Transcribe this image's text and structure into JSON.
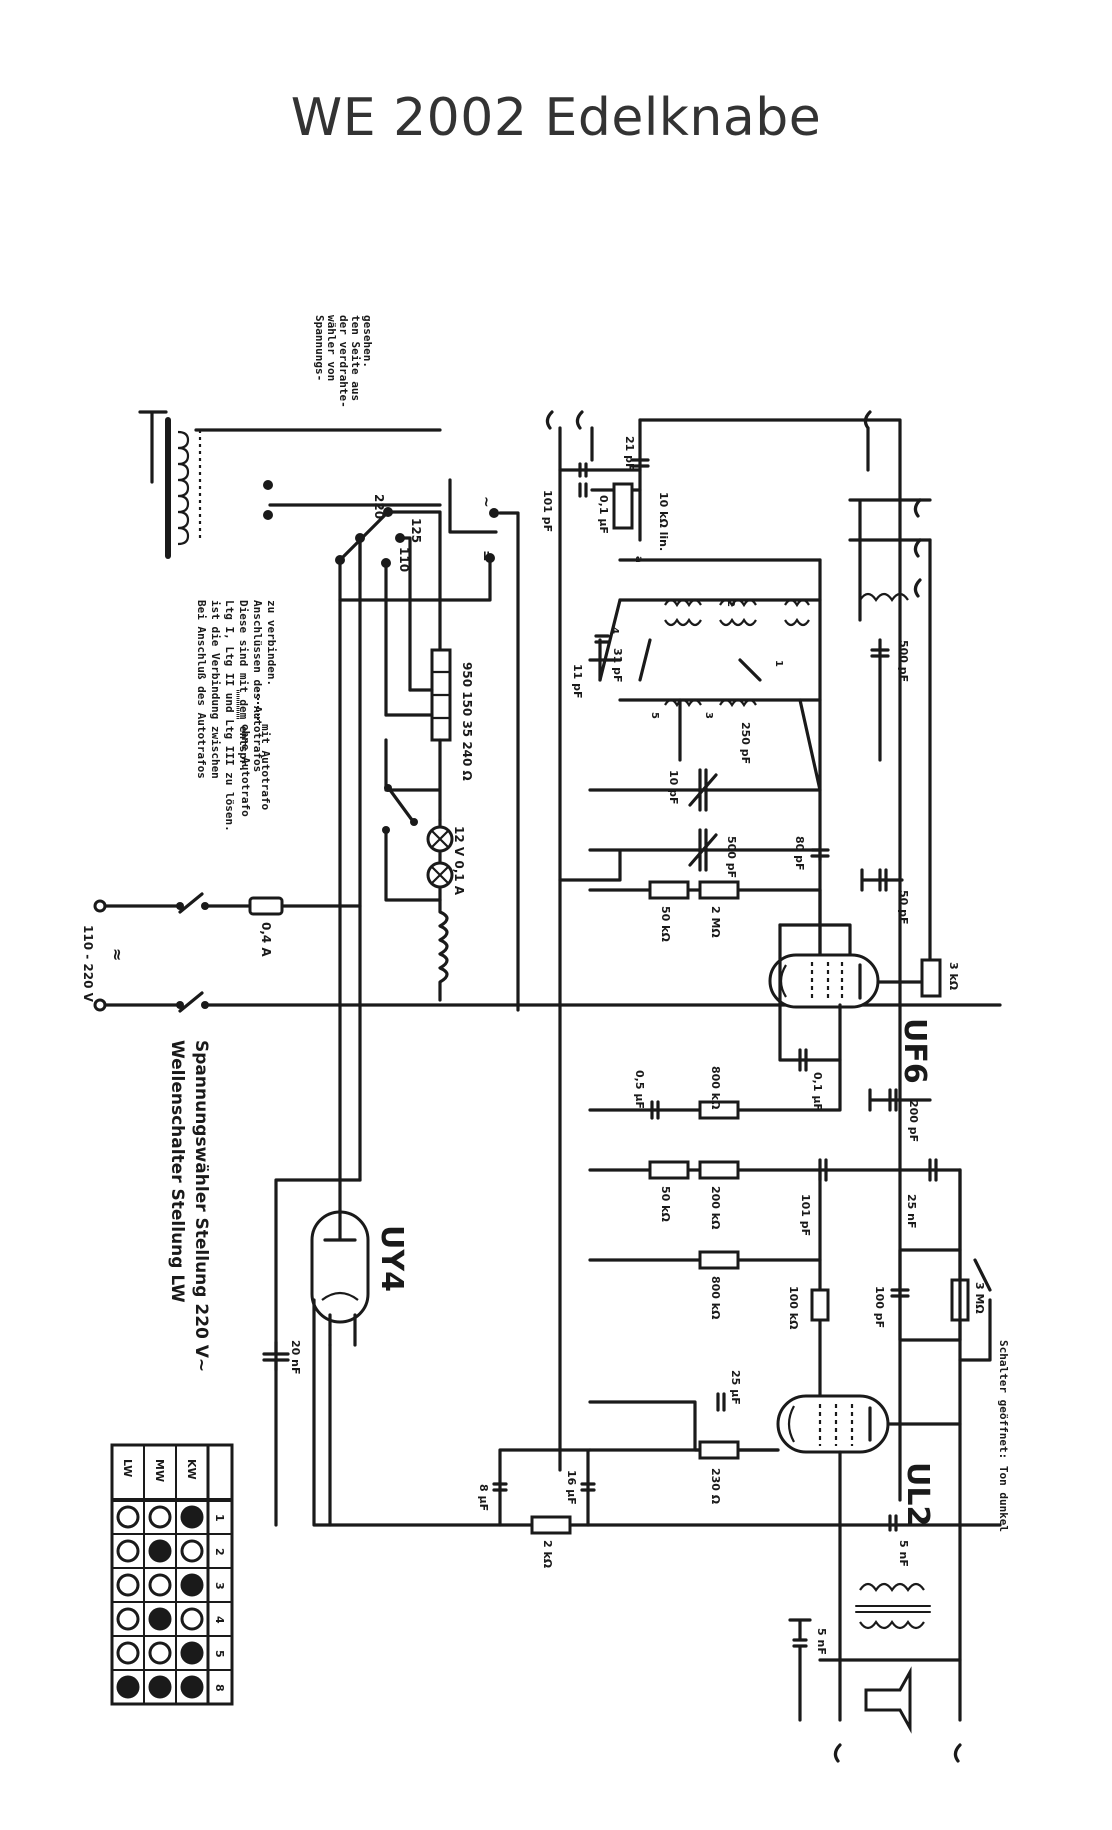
{
  "title": "WE 2002 Edelknabe",
  "tubes": {
    "uf6": "UF6",
    "ul2": "UL2",
    "uy4": "UY4"
  },
  "notes": {
    "selector_view": [
      "Spannungs-",
      "wähler von",
      "der verdrahte-",
      "ten Seite aus",
      "gesehen."
    ],
    "autotrafo_legend_with": "mit Autotrafo",
    "autotrafo_legend_without": "ohne Autotrafo",
    "autotrafo_note": [
      "Bei Anschluß des Autotrafos",
      "ist die Verbindung zwischen",
      "Ltg I, Ltg II und Ltg III zu lösen.",
      "Diese sind mit dem entspr.",
      "Anschlüssen des Autotrafos",
      "zu verbinden."
    ],
    "switch_note": "Schalter geöffnet: Ton dunkel",
    "caption_selector": "Spannungswähler Stellung 220 V~",
    "caption_band": "Wellenschalter Stellung LW"
  },
  "mains": {
    "voltage": "110 - 220 V",
    "ac_symbol": "≈",
    "fuse": "0,4 A",
    "lamps": "12 V 0,1 A",
    "dropper": "950 150 35 240 Ω"
  },
  "selector": {
    "taps": [
      "220",
      "125",
      "110"
    ],
    "ac": "~",
    "dc": "="
  },
  "components": {
    "c_101pf_ant": "101 pF",
    "c_01uf_ant": "0,1 µF",
    "c_21pf": "21 pF",
    "r_10k": "10 kΩ lin.",
    "c_11pf": "11 pF",
    "c_31pf": "31 pF",
    "c_10pf": "10 pF",
    "c_250pf": "250 pF",
    "c_500pf_var": "500 pF",
    "c_80pf": "80 pF",
    "r_50k": "50 kΩ",
    "r_2m": "2 MΩ",
    "c_50pf": "50 pF",
    "c_500pf_if": "500 pF",
    "r_3k": "3 kΩ",
    "c_01uf": "0,1 µF",
    "c_05uf": "0,5 µF",
    "r_800k_a": "800 kΩ",
    "c_200pf": "200 pF",
    "r_50k_b": "50 kΩ",
    "r_200k": "200 kΩ",
    "c_101pf": "101 pF",
    "c_25nf": "25 nF",
    "r_800k_b": "800 kΩ",
    "r_100k": "100 kΩ",
    "c_100pf": "100 pF",
    "r_3m": "3 MΩ",
    "c_25uf": "25 µF",
    "r_230": "230 Ω",
    "c_16uf": "16 µF",
    "c_8uf": "8 µF",
    "r_2k": "2 kΩ",
    "c_5nf": "5 nF",
    "c_51nf": "5 nF",
    "c_20nf": "20 nF",
    "tap_b": "a",
    "sw_labels": [
      "1",
      "2",
      "3",
      "4",
      "5"
    ]
  },
  "switch_table": {
    "columns": [
      "1",
      "2",
      "3",
      "4",
      "5",
      "8"
    ],
    "rows": [
      {
        "band": "KW",
        "states": [
          true,
          false,
          true,
          false,
          true,
          true
        ]
      },
      {
        "band": "MW",
        "states": [
          false,
          true,
          false,
          true,
          false,
          true
        ]
      },
      {
        "band": "LW",
        "states": [
          false,
          false,
          false,
          false,
          false,
          true
        ]
      }
    ]
  }
}
